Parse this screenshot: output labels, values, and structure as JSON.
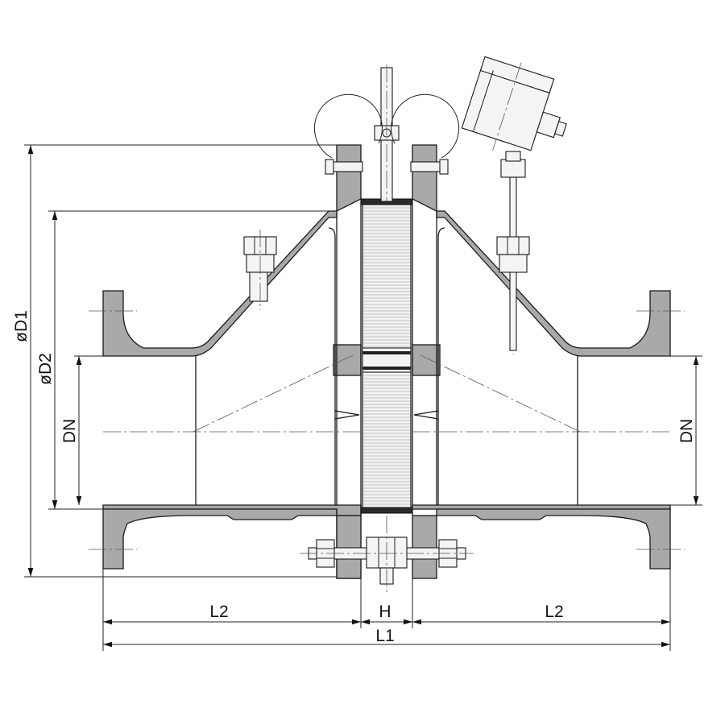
{
  "diagram": {
    "dimensions": {
      "od1": "øD1",
      "od2": "øD2",
      "dn_left": "DN",
      "dn_right": "DN",
      "l2_left": "L2",
      "h": "H",
      "l2_right": "L2",
      "l1": "L1"
    },
    "colors": {
      "section_fill": "#a9a9a9",
      "line": "#1a1a1a",
      "gasket": "#2a2a2a"
    }
  }
}
